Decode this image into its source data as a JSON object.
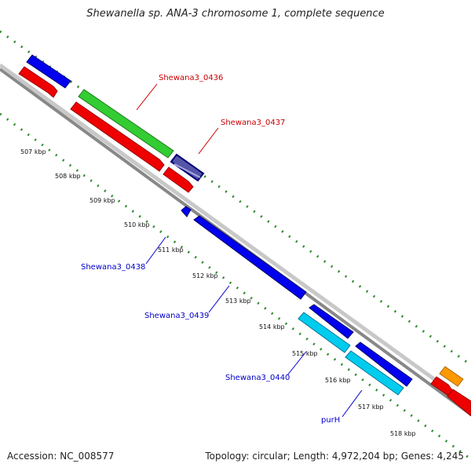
{
  "title": "Shewanella sp. ANA-3 chromosome 1, complete sequence",
  "footer": {
    "accession": "Accession: NC_008577",
    "summary": "Topology: circular; Length: 4,972,204 bp; Genes: 4,245"
  },
  "colors": {
    "strand_tick": "#2e8b2e",
    "backbone": "#888888",
    "label_red": "#cc0000",
    "label_blue": "#0000cc"
  },
  "tick_labels": [
    "507 kbp",
    "508 kbp",
    "509 kbp",
    "510 kbp",
    "511 kbp",
    "512 kbp",
    "513 kbp",
    "514 kbp",
    "515 kbp",
    "516 kbp",
    "517 kbp",
    "518 kbp"
  ],
  "gene_labels": [
    {
      "name": "Shewana3_0436",
      "color": "#cc0000"
    },
    {
      "name": "Shewana3_0437",
      "color": "#cc0000"
    },
    {
      "name": "Shewana3_0438",
      "color": "#0000cc"
    },
    {
      "name": "Shewana3_0439",
      "color": "#0000cc"
    },
    {
      "name": "Shewana3_0440",
      "color": "#0000cc"
    },
    {
      "name": "purH",
      "color": "#0000cc"
    }
  ]
}
